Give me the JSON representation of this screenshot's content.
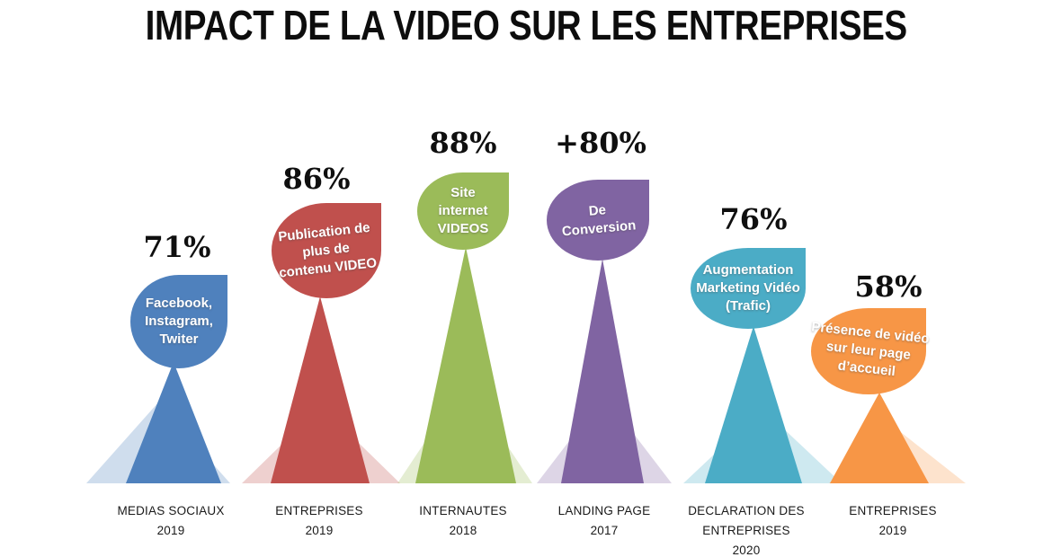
{
  "title": "IMPACT DE LA VIDEO SUR LES ENTREPRISES",
  "chart_data": {
    "type": "bar",
    "title": "IMPACT DE LA VIDEO SUR LES ENTREPRISES",
    "categories": [
      "MEDIAS SOCIAUX 2019",
      "ENTREPRISES 2019",
      "INTERNAUTES 2018",
      "LANDING PAGE 2017",
      "DECLARATION DES ENTREPRISES 2020",
      "ENTREPRISES 2019"
    ],
    "values": [
      71,
      86,
      88,
      80,
      76,
      58
    ],
    "value_labels": [
      "71%",
      "86%",
      "88%",
      "+80%",
      "76%",
      "58%"
    ],
    "point_descriptions": [
      "Facebook, Instagram, Twiter",
      "Publication de plus de contenu VIDEO",
      "Site internet VIDEOS",
      "De Conversion",
      "Augmentation Marketing Vidéo (Trafic)",
      "Présence de vidéo sur leur page d’accueil"
    ],
    "colors": [
      "#4f81bd",
      "#c0504d",
      "#9bbb59",
      "#8064a2",
      "#4bacc6",
      "#f79646"
    ],
    "xlabel": "",
    "ylabel": "",
    "legend": "none",
    "grid": false
  },
  "groups": [
    {
      "pct": "71%",
      "value": 71,
      "color": "#4f81bd",
      "blob_text": [
        "Facebook,",
        "Instagram,",
        "Twiter"
      ],
      "label_lines": [
        "MEDIAS SOCIAUX",
        "2019"
      ]
    },
    {
      "pct": "86%",
      "value": 86,
      "color": "#c0504d",
      "blob_text": [
        "Publication de",
        "plus de",
        "contenu VIDEO"
      ],
      "label_lines": [
        "ENTREPRISES",
        "2019"
      ]
    },
    {
      "pct": "88%",
      "value": 88,
      "color": "#9bbb59",
      "blob_text": [
        "Site",
        "internet",
        "VIDEOS"
      ],
      "label_lines": [
        "INTERNAUTES",
        "2018"
      ]
    },
    {
      "pct": "+80%",
      "value": 80,
      "color": "#8064a2",
      "blob_text": [
        "De",
        "Conversion"
      ],
      "label_lines": [
        "LANDING PAGE",
        "2017"
      ]
    },
    {
      "pct": "76%",
      "value": 76,
      "color": "#4bacc6",
      "blob_text": [
        "Augmentation",
        "Marketing Vidéo",
        "(Trafic)"
      ],
      "label_lines": [
        "DECLARATION DES",
        "ENTREPRISES",
        "2020"
      ]
    },
    {
      "pct": "58%",
      "value": 58,
      "color": "#f79646",
      "blob_text": [
        "Présence de vidéo",
        "sur leur page",
        "d’accueil"
      ],
      "label_lines": [
        "ENTREPRISES",
        "2019"
      ]
    }
  ]
}
